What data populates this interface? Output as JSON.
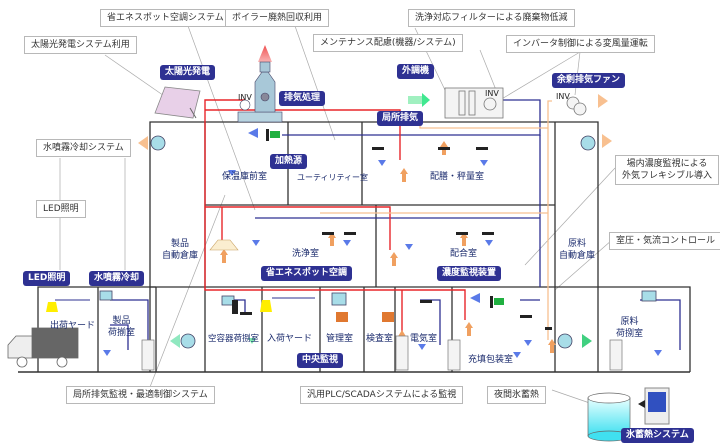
{
  "callouts": {
    "solar_system": "太陽光発電システム利用",
    "spot_ac_system": "省エネスポット空調システム",
    "boiler_heat": "ボイラー廃熱回収利用",
    "maintenance": "メンテナンス配慮(機器/システム)",
    "filter": "洗浄対応フィルターによる廃棄物低減",
    "inverter": "インバータ制御による変風量運転",
    "mist_system": "水噴霧冷却システム",
    "led_lighting": "LED照明",
    "concentration_intake_line1": "場内濃度監視による",
    "concentration_intake_line2": "外気フレキシブル導入",
    "pressure_control": "室圧・気流コントロール",
    "local_exhaust_system": "局所排気監視・最適制御システム",
    "plc_scada": "汎用PLC/SCADAシステムによる監視",
    "night_ice": "夜間氷蓄熱"
  },
  "tags": {
    "solar": "太陽光発電",
    "exhaust_treatment": "排気処理",
    "outdoor_ac": "外調機",
    "surplus_fan": "余剰排気ファン",
    "local_exhaust": "局所排気",
    "heat_source": "加熱源",
    "spot_ac": "省エネスポット空調",
    "concentration_monitor": "濃度監視装置",
    "led": "LED照明",
    "mist": "水噴霧冷却",
    "central_monitor": "中央監視",
    "ice_storage": "氷蓄熱システム"
  },
  "rooms": {
    "warm_storage_anteroom": "保温庫前室",
    "utility": "ユーティリティー室",
    "dispensing": "配膳・秤量室",
    "washing": "洗浄室",
    "blending": "配合室",
    "product_warehouse_1": "製品",
    "product_warehouse_2": "自動倉庫",
    "material_warehouse_1": "原料",
    "material_warehouse_2": "自動倉庫",
    "shipping_yard": "出荷ヤード",
    "product_packing_1": "製品",
    "product_packing_2": "荷揃室",
    "empty_container": "空容器荷捌室",
    "receiving_yard": "入荷ヤード",
    "management": "管理室",
    "inspection": "検査室",
    "electrical": "電気室",
    "filling_packing": "充填包装室",
    "material_packing_1": "原料",
    "material_packing_2": "荷捌室"
  },
  "labels": {
    "inv": "INV"
  },
  "colors": {
    "tag": "#2e3192",
    "supply": "#2e3192",
    "hot": "#e8262a",
    "exhaust": "#f8c090",
    "wall": "#333333"
  }
}
